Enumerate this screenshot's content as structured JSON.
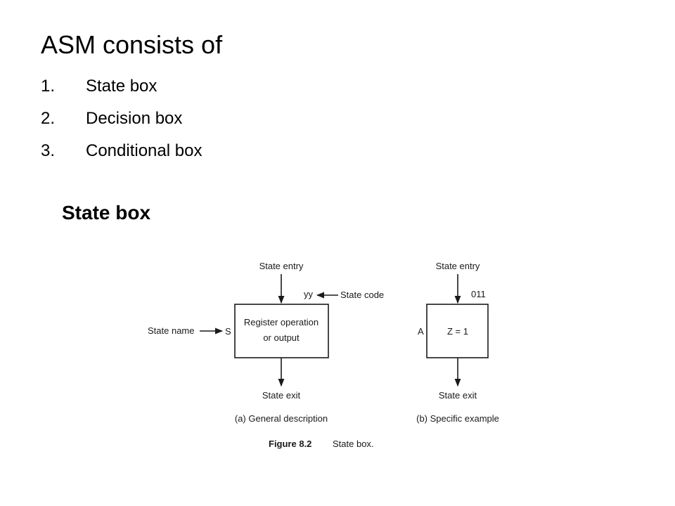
{
  "slide": {
    "title": "ASM consists of",
    "items": [
      {
        "num": "1.",
        "label": "State box"
      },
      {
        "num": "2.",
        "label": "Decision box"
      },
      {
        "num": "3.",
        "label": "Conditional box"
      }
    ],
    "section_heading": "State box"
  },
  "figure": {
    "general": {
      "entry_label": "State entry",
      "code_symbol": "yy",
      "code_label": "State code",
      "name_label": "State name",
      "name_symbol": "S",
      "operation_line1": "Register operation",
      "operation_line2": "or output",
      "exit_label": "State exit",
      "caption": "(a) General description"
    },
    "specific": {
      "entry_label": "State entry",
      "code_value": "011",
      "name_symbol": "A",
      "operation": "Z = 1",
      "exit_label": "State exit",
      "caption": "(b) Specific example"
    },
    "figure_number": "Figure 8.2",
    "figure_title": "State box."
  }
}
